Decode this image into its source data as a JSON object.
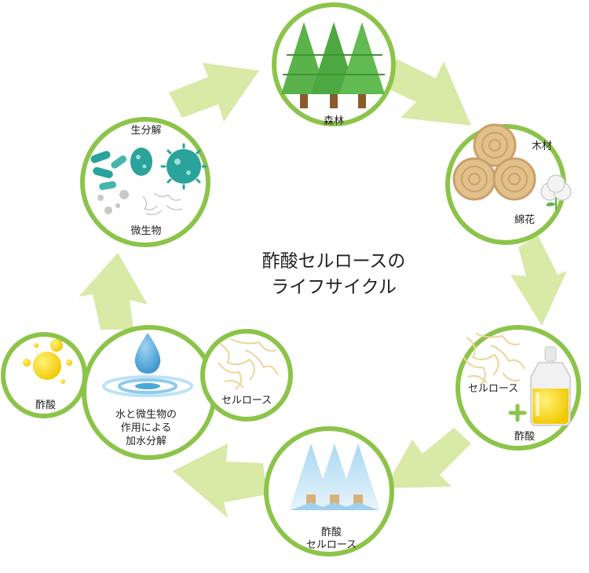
{
  "title": {
    "line1": "酢酸セルロースの",
    "line2": "ライフサイクル"
  },
  "nodes": {
    "forest": {
      "label": "森林",
      "icon": "forest-icon"
    },
    "wood": {
      "label": "木材",
      "label2": "綿花",
      "icon": "wood-logs-icon",
      "icon2": "cotton-icon"
    },
    "cellulose_acetic": {
      "label": "セルロース",
      "label2": "酢酸",
      "plus": "+",
      "icon": "cellulose-fiber-icon",
      "icon2": "acetic-acid-bottle-icon"
    },
    "cellulose_acetate": {
      "line1": "酢酸",
      "line2": "セルロース",
      "icon": "cellulose-acetate-powder-icon"
    },
    "hydrolysis": {
      "line1": "水と微生物の",
      "line2": "作用による",
      "line3": "加水分解",
      "icon": "water-drop-icon"
    },
    "acetic": {
      "label": "酢酸",
      "icon": "acetic-acid-droplets-icon"
    },
    "cellulose": {
      "label": "セルロース",
      "icon": "cellulose-fiber-icon"
    },
    "biodegradation": {
      "label": "生分解",
      "label2": "微生物",
      "icon": "microbes-icon"
    }
  },
  "colors": {
    "ring": "#8cc44a",
    "arrow": "#d9e9a6",
    "tree": "#5ab34a",
    "microbe": "#2aa39a",
    "acid": "#f5d60a",
    "water": "#4aa8d8",
    "fiber": "#f0d9a0"
  }
}
